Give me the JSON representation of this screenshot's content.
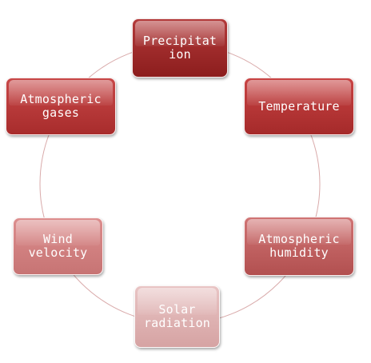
{
  "nodes": [
    {
      "label": "Precipitat\nion",
      "color_top": "#b33a3a",
      "color_bottom": "#8c1d1d"
    },
    {
      "label": "Temperature",
      "color_top": "#c84444",
      "color_bottom": "#a52a2a"
    },
    {
      "label": "Atmospheric\nhumidity",
      "color_top": "#d07474",
      "color_bottom": "#b25050"
    },
    {
      "label": "Solar\nradiation",
      "color_top": "#e8c4c4",
      "color_bottom": "#d6a3a3"
    },
    {
      "label": "Wind\nvelocity",
      "color_top": "#dc8e8e",
      "color_bottom": "#c77474"
    },
    {
      "label": "Atmospheric\ngases",
      "color_top": "#c84848",
      "color_bottom": "#a82c2c"
    }
  ],
  "cycle_line_color": "#d9aaaa"
}
